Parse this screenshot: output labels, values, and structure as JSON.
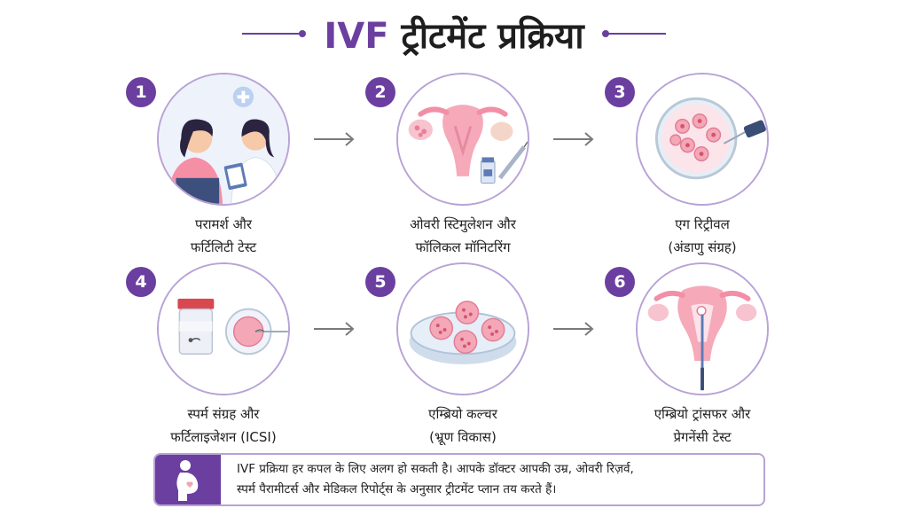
{
  "title": {
    "prefix": "IVF",
    "main": "ट्रीटमेंट प्रक्रिया"
  },
  "steps": [
    {
      "number": "1",
      "line1": "परामर्श और",
      "line2": "फर्टिलिटी टेस्ट"
    },
    {
      "number": "2",
      "line1": "ओवरी स्टिमुलेशन और",
      "line2": "फॉलिकल मॉनिटरिंग"
    },
    {
      "number": "3",
      "line1": "एग रिट्रीवल",
      "line2": "(अंडाणु संग्रह)"
    },
    {
      "number": "4",
      "line1": "स्पर्म संग्रह और",
      "line2": "फर्टिलाइजेशन (ICSI)"
    },
    {
      "number": "5",
      "line1": "एम्ब्रियो कल्चर",
      "line2": "(भ्रूण विकास)"
    },
    {
      "number": "6",
      "line1": "एम्ब्रियो ट्रांसफर और",
      "line2": "प्रेगनेंसी टेस्ट"
    }
  ],
  "note": {
    "line1": "IVF प्रक्रिया हर कपल के लिए अलग हो सकती है। आपके डॉक्टर आपकी उम्र, ओवरी रिज़र्व,",
    "line2": "स्पर्म पैरामीटर्स और मेडिकल रिपोर्ट्स के अनुसार ट्रीटमेंट प्लान तय करते हैं।"
  },
  "colors": {
    "accent": "#6b3fa0",
    "border": "#b8a3d6",
    "pink": "#f2a3b3"
  },
  "icons": [
    "consultation-icon",
    "ovary-stimulation-icon",
    "egg-retrieval-icon",
    "icsi-icon",
    "embryo-culture-icon",
    "embryo-transfer-icon",
    "pregnant-woman-icon",
    "arrow-right-icon"
  ]
}
